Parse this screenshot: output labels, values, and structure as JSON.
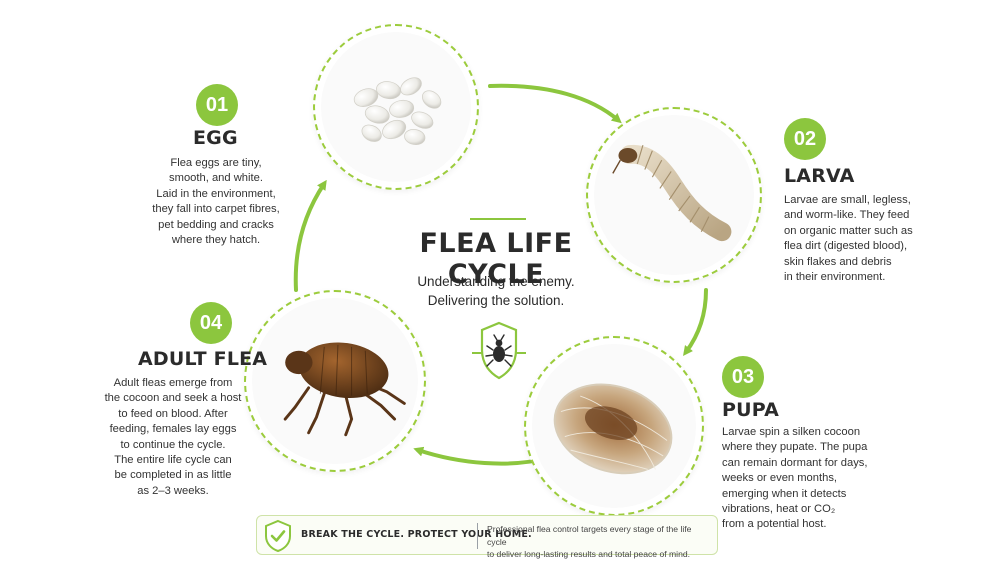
{
  "title": "FLEA LIFE CYCLE",
  "subtitle_lines": [
    "Understanding the enemy.",
    "Delivering the solution."
  ],
  "colors": {
    "accent": "#8cc63e",
    "text": "#2b2b2b"
  },
  "icons": {
    "center": "shield-flea-icon",
    "banner": "shield-check-icon"
  },
  "stages": [
    {
      "number": "01",
      "name": "EGG",
      "desc_lines": [
        "Flea eggs are tiny,",
        "smooth, and white.",
        "Laid in the environment,",
        "they fall into carpet fibres,",
        "pet bedding and cracks",
        "where they hatch."
      ]
    },
    {
      "number": "02",
      "name": "LARVA",
      "desc_lines": [
        "Larvae are small, legless,",
        "and worm-like. They feed",
        "on organic matter such as",
        "flea dirt (digested blood),",
        "skin flakes and debris",
        "in their environment."
      ]
    },
    {
      "number": "03",
      "name": "PUPA",
      "desc_lines": [
        "Larvae spin a silken cocoon",
        "where they pupate. The pupa",
        "can remain dormant for days,",
        "weeks or even months,",
        "emerging when it detects",
        "vibrations, heat or CO₂",
        "from a potential host."
      ]
    },
    {
      "number": "04",
      "name": "ADULT FLEA",
      "desc_lines": [
        "Adult fleas emerge from",
        "the cocoon and seek a host",
        "to feed on blood. After",
        "feeding, females lay eggs",
        "to continue the cycle.",
        "The entire life cycle can",
        "be completed in as little",
        "as 2–3 weeks."
      ]
    }
  ],
  "banner": {
    "title": "BREAK THE CYCLE. PROTECT YOUR HOME.",
    "text_lines": [
      "Professional flea control targets every stage of the life cycle",
      "to deliver long-lasting results and total peace of mind."
    ]
  }
}
